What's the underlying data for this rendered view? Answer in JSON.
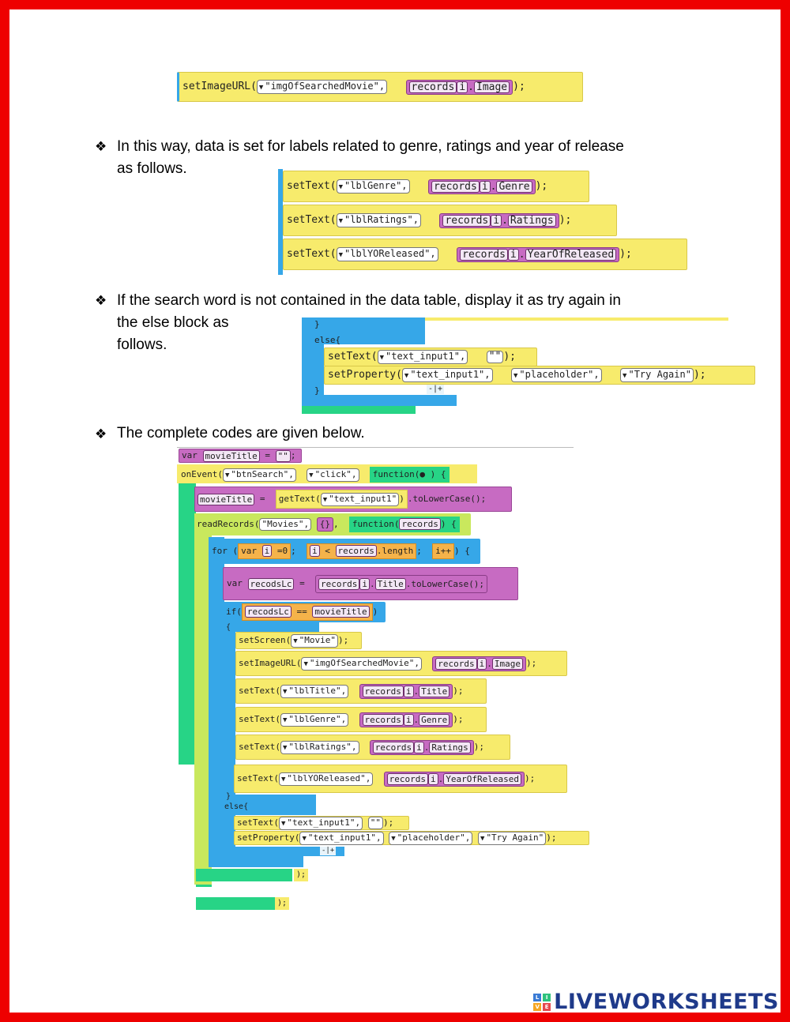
{
  "bullets": [
    {
      "line1": " In this way, data is set for labels related to genre, ratings and year of release",
      "line2": "as follows."
    },
    {
      "line1": " If the search word is not contained in the data table, display it as try again in",
      "line2": "the else block as",
      "line3": "follows."
    },
    {
      "line1": "The complete codes are given below."
    }
  ],
  "block1": {
    "fn": "setImageURL(",
    "arg1": "\"imgOfSearchedMovie\",",
    "rec": "records",
    "idx": "i",
    "field": "Image",
    "end": ");"
  },
  "block2": [
    {
      "fn": "setText(",
      "arg1": "\"lblGenre\",",
      "rec": "records",
      "idx": "i",
      "field": "Genre",
      "end": ");"
    },
    {
      "fn": "setText(",
      "arg1": "\"lblRatings\",",
      "rec": "records",
      "idx": "i",
      "field": "Ratings",
      "end": ");"
    },
    {
      "fn": "setText(",
      "arg1": "\"lblYOReleased\",",
      "rec": "records",
      "idx": "i",
      "field": "YearOfReleased",
      "end": ");"
    }
  ],
  "block3": {
    "close": "}",
    "else": "else{",
    "line1": {
      "fn": "setText(",
      "arg1": "\"text_input1\",",
      "arg2": "\"\"",
      "end": ");"
    },
    "line2": {
      "fn": "setProperty(",
      "arg1": "\"text_input1\",",
      "arg2": "\"placeholder\",",
      "arg3": "\"Try Again\"",
      "end": ");"
    },
    "end": "}",
    "pm": "-|+"
  },
  "full": {
    "var_kw": "var",
    "var_name": "movieTitle",
    "var_eq": "=",
    "var_val": "\"\"",
    "semi": ";",
    "on_event": "onEvent(",
    "btn": "\"btnSearch\",",
    "click": "\"click\",",
    "function": "function(",
    "fn_end": ") {",
    "mt_name": "movieTitle",
    "mt_eq": "=",
    "get_text": "getText(",
    "ti": "\"text_input1\"",
    "lower": ".toLowerCase();",
    "read": "readRecords(",
    "movies": "\"Movies\",",
    "braces": "{}",
    "comma": ",",
    "fn_records": "function(",
    "records": "records",
    "fn_close": ") {",
    "for_kw": "for (",
    "var_i": "var",
    "i": "i",
    "zero": "=0",
    "semicolon": ";",
    "lt": "<",
    "rec_len": "records",
    "length": ".length",
    "ipp": "i++",
    "for_end": ") {",
    "var_rl": "var",
    "recodsLc": "recodsLc",
    "eq": "=",
    "rec": "records",
    "title": "Title",
    "tolower": ".toLowerCase();",
    "if_kw": "if(",
    "eqeq": "==",
    "mt": "movieTitle",
    "if_end": ")",
    "brace_open": "{",
    "set_screen": "setScreen(",
    "movie": "\"Movie\"",
    "end_paren": ");",
    "lines": [
      {
        "fn": "setImageURL(",
        "arg": "\"imgOfSearchedMovie\",",
        "field": "Image"
      },
      {
        "fn": "setText(",
        "arg": "\"lblTitle\",",
        "field": "Title"
      },
      {
        "fn": "setText(",
        "arg": "\"lblGenre\",",
        "field": "Genre"
      },
      {
        "fn": "setText(",
        "arg": "\"lblRatings\",",
        "field": "Ratings"
      },
      {
        "fn": "setText(",
        "arg": "\"lblYOReleased\",",
        "field": "YearOfReleased"
      }
    ],
    "close": "}",
    "else": "else{",
    "else1": {
      "fn": "setText(",
      "arg1": "\"text_input1\",",
      "arg2": "\"\""
    },
    "else2": {
      "fn": "setProperty(",
      "arg1": "\"text_input1\",",
      "arg2": "\"placeholder\",",
      "arg3": "\"Try Again\""
    },
    "pm": "-|+",
    "end1": ");",
    "end2": ");"
  },
  "logo": {
    "text": "LIVEWORKSHEETS",
    "letters": [
      "L",
      "I",
      "V",
      "E"
    ]
  }
}
